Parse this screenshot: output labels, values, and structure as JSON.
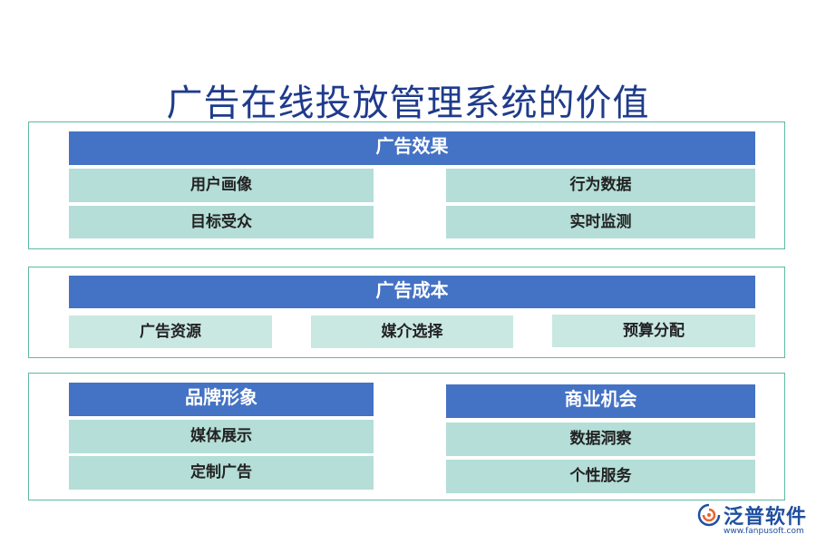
{
  "title": "广告在线投放管理系统的价值",
  "sections": {
    "effect": {
      "header": "广告效果",
      "items": [
        "用户画像",
        "行为数据",
        "目标受众",
        "实时监测"
      ]
    },
    "cost": {
      "header": "广告成本",
      "items": [
        "广告资源",
        "媒介选择",
        "预算分配"
      ]
    },
    "brand": {
      "header": "品牌形象",
      "items": [
        "媒体展示",
        "定制广告"
      ]
    },
    "business": {
      "header": "商业机会",
      "items": [
        "数据洞察",
        "个性服务"
      ]
    }
  },
  "logo": {
    "name": "泛普软件",
    "url": "www.fanpusoft.com"
  },
  "colors": {
    "title": "#1f3b8c",
    "header_bar": "#4472c4",
    "cell_teal": "#b4ded7",
    "cell_light": "#c9e8e2",
    "panel_border": "#5fb8a4"
  }
}
